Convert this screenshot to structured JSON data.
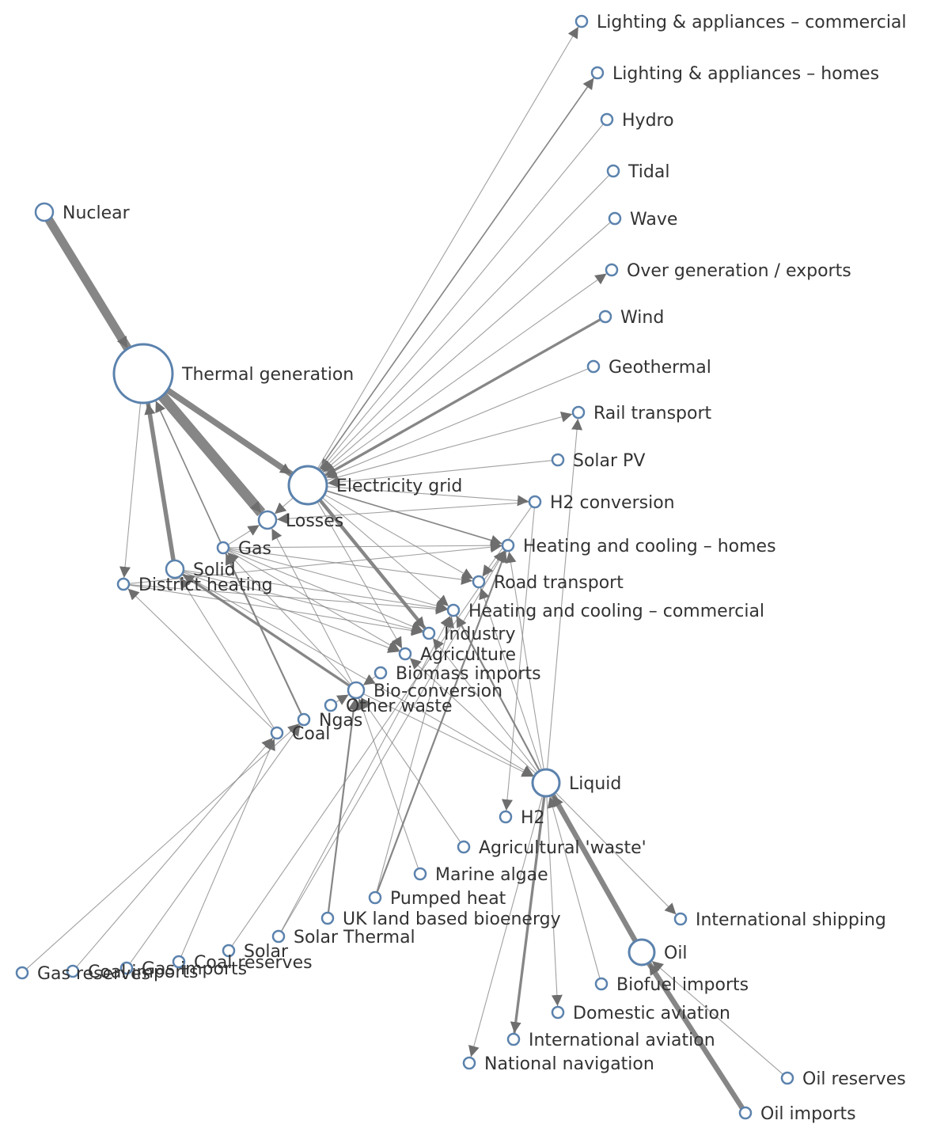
{
  "colors": {
    "edge": "#808080",
    "arrow": "#6e6e6e",
    "node_stroke": "#5b82ad",
    "node_fill": "#ffffff",
    "label": "#333333"
  },
  "nodes": [
    {
      "id": "lac",
      "label": "Lighting & appliances – commercial"
    },
    {
      "id": "lah",
      "label": "Lighting & appliances – homes"
    },
    {
      "id": "hydro",
      "label": "Hydro"
    },
    {
      "id": "tidal",
      "label": "Tidal"
    },
    {
      "id": "wave",
      "label": "Wave"
    },
    {
      "id": "overgen",
      "label": "Over generation / exports"
    },
    {
      "id": "wind",
      "label": "Wind"
    },
    {
      "id": "geo",
      "label": "Geothermal"
    },
    {
      "id": "rail",
      "label": "Rail transport"
    },
    {
      "id": "solarpv",
      "label": "Solar PV"
    },
    {
      "id": "h2conv",
      "label": "H2 conversion"
    },
    {
      "id": "hch",
      "label": "Heating and cooling – homes"
    },
    {
      "id": "road",
      "label": "Road transport"
    },
    {
      "id": "hcc",
      "label": "Heating and cooling – commercial"
    },
    {
      "id": "industry",
      "label": "Industry"
    },
    {
      "id": "agri",
      "label": "Agriculture"
    },
    {
      "id": "biomass",
      "label": "Biomass imports"
    },
    {
      "id": "bioconv",
      "label": "Bio-conversion"
    },
    {
      "id": "otherwaste",
      "label": "Other waste"
    },
    {
      "id": "ngas",
      "label": "Ngas"
    },
    {
      "id": "coal",
      "label": "Coal"
    },
    {
      "id": "nuclear",
      "label": "Nuclear"
    },
    {
      "id": "thermal",
      "label": "Thermal generation"
    },
    {
      "id": "grid",
      "label": "Electricity grid"
    },
    {
      "id": "losses",
      "label": "Losses"
    },
    {
      "id": "gas",
      "label": "Gas"
    },
    {
      "id": "solid",
      "label": "Solid"
    },
    {
      "id": "district",
      "label": "District heating"
    },
    {
      "id": "liquid",
      "label": "Liquid"
    },
    {
      "id": "h2",
      "label": "H2"
    },
    {
      "id": "agwaste",
      "label": "Agricultural 'waste'"
    },
    {
      "id": "marine",
      "label": "Marine algae"
    },
    {
      "id": "pumped",
      "label": "Pumped heat"
    },
    {
      "id": "ukland",
      "label": "UK land based bioenergy"
    },
    {
      "id": "solarth",
      "label": "Solar Thermal"
    },
    {
      "id": "solar",
      "label": "Solar"
    },
    {
      "id": "coalres",
      "label": "Coal reserves"
    },
    {
      "id": "gasimp",
      "label": "Gas imports"
    },
    {
      "id": "coalimp",
      "label": "Coal imports"
    },
    {
      "id": "gasres",
      "label": "Gas reserves"
    },
    {
      "id": "intship",
      "label": "International shipping"
    },
    {
      "id": "oil",
      "label": "Oil"
    },
    {
      "id": "biofuel",
      "label": "Biofuel imports"
    },
    {
      "id": "domav",
      "label": "Domestic aviation"
    },
    {
      "id": "intav",
      "label": "International aviation"
    },
    {
      "id": "natnav",
      "label": "National navigation"
    },
    {
      "id": "oilres",
      "label": "Oil reserves"
    },
    {
      "id": "oilimp",
      "label": "Oil imports"
    }
  ],
  "links": [
    {
      "source": "nuclear",
      "target": "thermal",
      "value": 10
    },
    {
      "source": "thermal",
      "target": "losses",
      "value": 12
    },
    {
      "source": "thermal",
      "target": "grid",
      "value": 7
    },
    {
      "source": "thermal",
      "target": "district",
      "value": 1
    },
    {
      "source": "solid",
      "target": "thermal",
      "value": 5
    },
    {
      "source": "gas",
      "target": "thermal",
      "value": 1.5
    },
    {
      "source": "wind",
      "target": "grid",
      "value": 3
    },
    {
      "source": "hydro",
      "target": "grid",
      "value": 1
    },
    {
      "source": "tidal",
      "target": "grid",
      "value": 1
    },
    {
      "source": "wave",
      "target": "grid",
      "value": 1
    },
    {
      "source": "geo",
      "target": "grid",
      "value": 1
    },
    {
      "source": "solarpv",
      "target": "grid",
      "value": 1
    },
    {
      "source": "grid",
      "target": "lac",
      "value": 1
    },
    {
      "source": "grid",
      "target": "lah",
      "value": 1.5
    },
    {
      "source": "grid",
      "target": "overgen",
      "value": 1
    },
    {
      "source": "grid",
      "target": "rail",
      "value": 1
    },
    {
      "source": "grid",
      "target": "h2conv",
      "value": 1
    },
    {
      "source": "grid",
      "target": "hch",
      "value": 1.5
    },
    {
      "source": "grid",
      "target": "road",
      "value": 1
    },
    {
      "source": "grid",
      "target": "hcc",
      "value": 1
    },
    {
      "source": "grid",
      "target": "industry",
      "value": 4
    },
    {
      "source": "grid",
      "target": "agri",
      "value": 1
    },
    {
      "source": "grid",
      "target": "losses",
      "value": 1
    },
    {
      "source": "h2conv",
      "target": "road",
      "value": 1
    },
    {
      "source": "h2conv",
      "target": "losses",
      "value": 1
    },
    {
      "source": "district",
      "target": "hch",
      "value": 1
    },
    {
      "source": "district",
      "target": "hcc",
      "value": 1
    },
    {
      "source": "district",
      "target": "industry",
      "value": 1
    },
    {
      "source": "gas",
      "target": "hch",
      "value": 1
    },
    {
      "source": "gas",
      "target": "hcc",
      "value": 1
    },
    {
      "source": "gas",
      "target": "industry",
      "value": 1
    },
    {
      "source": "gas",
      "target": "agri",
      "value": 1
    },
    {
      "source": "gas",
      "target": "road",
      "value": 1
    },
    {
      "source": "gas",
      "target": "losses",
      "value": 1
    },
    {
      "source": "solid",
      "target": "industry",
      "value": 1
    },
    {
      "source": "solid",
      "target": "hcc",
      "value": 1
    },
    {
      "source": "solid",
      "target": "agri",
      "value": 1
    },
    {
      "source": "solid",
      "target": "liquid",
      "value": 1
    },
    {
      "source": "bioconv",
      "target": "solid",
      "value": 3
    },
    {
      "source": "bioconv",
      "target": "gas",
      "value": 1
    },
    {
      "source": "bioconv",
      "target": "losses",
      "value": 1
    },
    {
      "source": "bioconv",
      "target": "liquid",
      "value": 1
    },
    {
      "source": "biomass",
      "target": "bioconv",
      "value": 1
    },
    {
      "source": "agwaste",
      "target": "bioconv",
      "value": 1
    },
    {
      "source": "marine",
      "target": "bioconv",
      "value": 1
    },
    {
      "source": "otherwaste",
      "target": "bioconv",
      "value": 1
    },
    {
      "source": "ukland",
      "target": "bioconv",
      "value": 2
    },
    {
      "source": "solarth",
      "target": "hcc",
      "value": 1
    },
    {
      "source": "solarth",
      "target": "hch",
      "value": 1
    },
    {
      "source": "pumped",
      "target": "hch",
      "value": 2
    },
    {
      "source": "pumped",
      "target": "hcc",
      "value": 1
    },
    {
      "source": "ngas",
      "target": "gas",
      "value": 2
    },
    {
      "source": "coal",
      "target": "solid",
      "value": 1
    },
    {
      "source": "coalres",
      "target": "coal",
      "value": 1
    },
    {
      "source": "coalimp",
      "target": "coal",
      "value": 1
    },
    {
      "source": "gasres",
      "target": "ngas",
      "value": 1
    },
    {
      "source": "gasimp",
      "target": "ngas",
      "value": 1
    },
    {
      "source": "oilres",
      "target": "oil",
      "value": 1
    },
    {
      "source": "oilimp",
      "target": "oil",
      "value": 6
    },
    {
      "source": "oil",
      "target": "liquid",
      "value": 6
    },
    {
      "source": "biofuel",
      "target": "liquid",
      "value": 1
    },
    {
      "source": "liquid",
      "target": "intship",
      "value": 1
    },
    {
      "source": "liquid",
      "target": "domav",
      "value": 1
    },
    {
      "source": "liquid",
      "target": "intav",
      "value": 3
    },
    {
      "source": "liquid",
      "target": "natnav",
      "value": 1
    },
    {
      "source": "liquid",
      "target": "industry",
      "value": 1
    },
    {
      "source": "liquid",
      "target": "hcc",
      "value": 2
    },
    {
      "source": "liquid",
      "target": "hch",
      "value": 1
    },
    {
      "source": "liquid",
      "target": "rail",
      "value": 1
    },
    {
      "source": "liquid",
      "target": "agri",
      "value": 1
    },
    {
      "source": "liquid",
      "target": "road",
      "value": 1
    },
    {
      "source": "h2conv",
      "target": "h2",
      "value": 1
    },
    {
      "source": "solar",
      "target": "hch",
      "value": 1
    },
    {
      "source": "coal",
      "target": "district",
      "value": 1
    }
  ]
}
